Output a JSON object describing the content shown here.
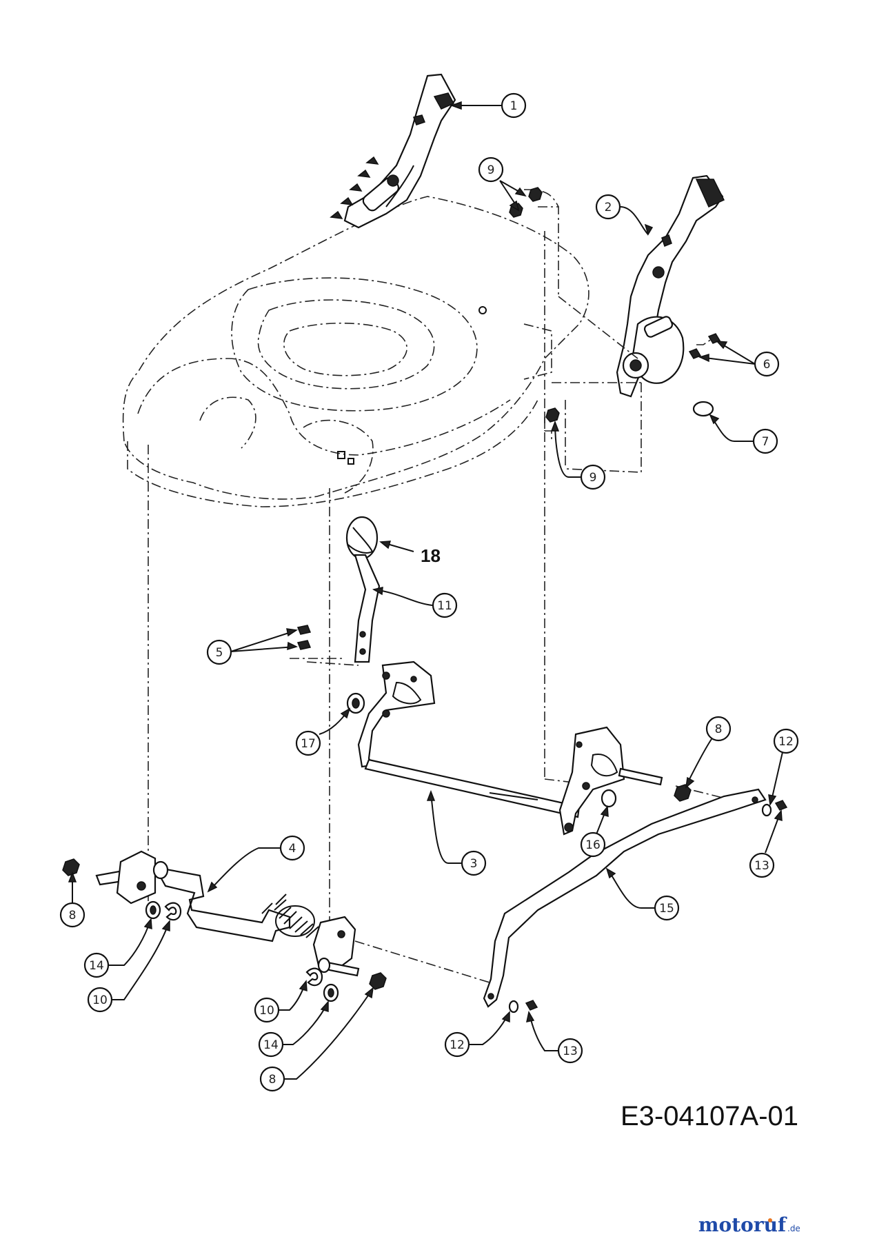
{
  "callouts": {
    "c1": "1",
    "c2": "2",
    "c3": "3",
    "c4": "4",
    "c5": "5",
    "c6": "6",
    "c7": "7",
    "c8a": "8",
    "c8b": "8",
    "c8c": "8",
    "c9a": "9",
    "c9b": "9",
    "c10a": "10",
    "c10b": "10",
    "c11": "11",
    "c12a": "12",
    "c12b": "12",
    "c13a": "13",
    "c13b": "13",
    "c14a": "14",
    "c14b": "14",
    "c15": "15",
    "c16": "16",
    "c17": "17",
    "c18": "18"
  },
  "drawing_code": "E3-04107A-01",
  "watermark": {
    "brand": "motoruf",
    "suffix": ".de",
    "colors": {
      "blue": "#1f4aa8",
      "orange": "#e87722"
    }
  }
}
